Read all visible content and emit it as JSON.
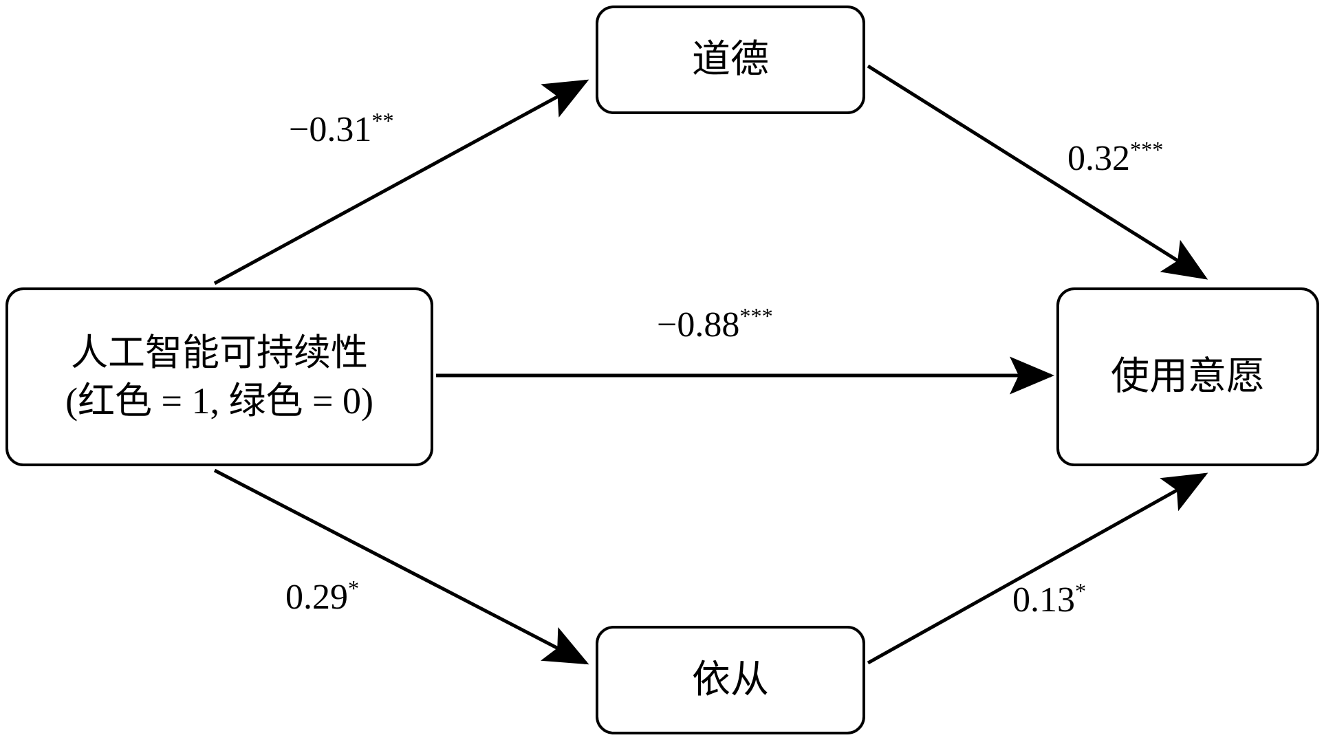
{
  "diagram": {
    "type": "path-model",
    "title": "",
    "background_color": "#ffffff",
    "stroke_color": "#000000",
    "nodes": [
      {
        "id": "ethics",
        "label": "道德",
        "role": "mediator-top"
      },
      {
        "id": "predictor",
        "label": "人工智能可持续性\n(红色 = 1, 绿色 = 0)",
        "role": "independent-variable"
      },
      {
        "id": "compliance",
        "label": "依从",
        "role": "mediator-bottom"
      },
      {
        "id": "intention",
        "label": "使用意愿",
        "role": "dependent-variable"
      }
    ],
    "paths": [
      {
        "id": "a1",
        "from": "predictor",
        "to": "ethics",
        "coefficient": "−0.31",
        "stars": "**",
        "label": "−0.31**"
      },
      {
        "id": "b1",
        "from": "ethics",
        "to": "intention",
        "coefficient": "0.32",
        "stars": "***",
        "label": "0.32***"
      },
      {
        "id": "c",
        "from": "predictor",
        "to": "intention",
        "coefficient": "−0.88",
        "stars": "***",
        "label": "−0.88***"
      },
      {
        "id": "a2",
        "from": "predictor",
        "to": "compliance",
        "coefficient": "0.29",
        "stars": "*",
        "label": "0.29*"
      },
      {
        "id": "b2",
        "from": "compliance",
        "to": "intention",
        "coefficient": "0.13",
        "stars": "*",
        "label": "0.13*"
      }
    ]
  },
  "labels": {
    "a1_value": "−0.31",
    "a1_stars": "**",
    "b1_value": "0.32",
    "b1_stars": "***",
    "c_value": "−0.88",
    "c_stars": "***",
    "a2_value": "0.29",
    "a2_stars": "*",
    "b2_value": "0.13",
    "b2_stars": "*"
  }
}
